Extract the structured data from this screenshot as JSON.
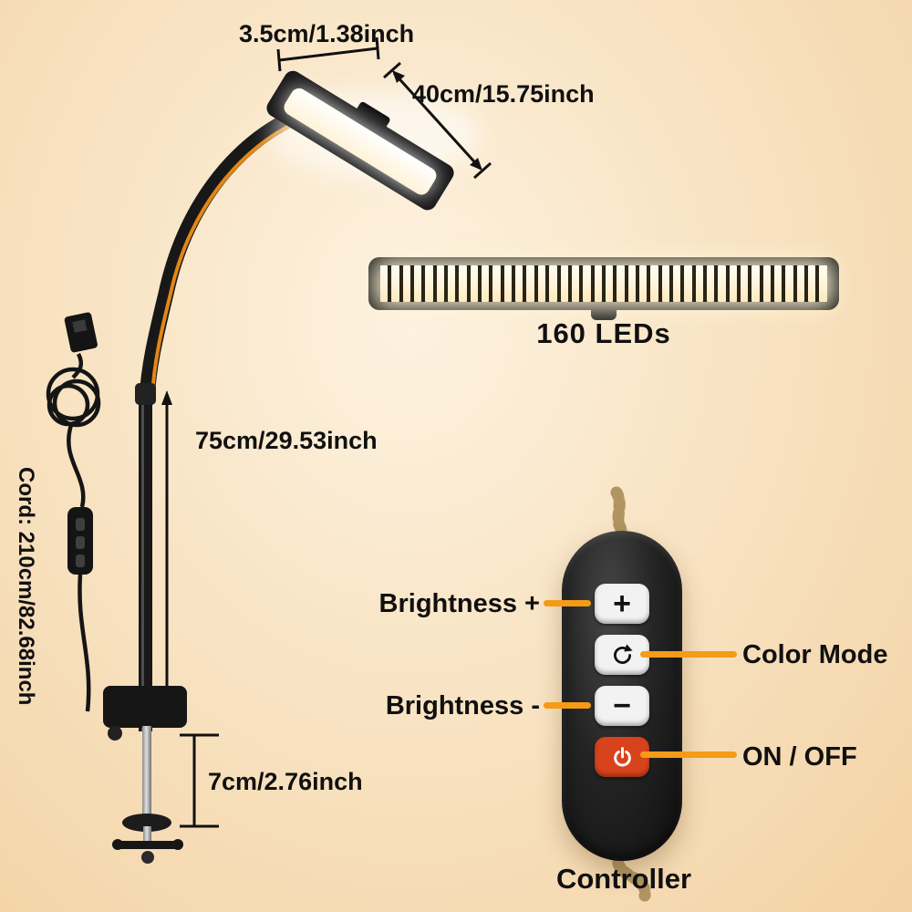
{
  "colors": {
    "accent": "#f59b17",
    "power_button": "#d8431c",
    "background_center": "#fdf2e0",
    "background_edge": "#f3d2a4",
    "lamp_black": "#161616"
  },
  "annotations": {
    "head_width": "3.5cm/1.38inch",
    "head_length": "40cm/15.75inch",
    "pole_height": "75cm/29.53inch",
    "clamp_opening": "7cm/2.76inch",
    "cord_length": "Cord: 210cm/82.68inch"
  },
  "led_bar": {
    "label": "160 LEDs",
    "stripe_count": 40
  },
  "controller": {
    "label": "Controller",
    "buttons": [
      {
        "name": "brightness-up",
        "glyph": "+",
        "label": "Brightness +",
        "label_side": "left"
      },
      {
        "name": "color-mode",
        "glyph": "",
        "label": "Color Mode",
        "label_side": "right"
      },
      {
        "name": "brightness-down",
        "glyph": "−",
        "label": "Brightness -",
        "label_side": "left"
      },
      {
        "name": "power",
        "glyph": "",
        "label": "ON / OFF",
        "label_side": "right"
      }
    ]
  }
}
